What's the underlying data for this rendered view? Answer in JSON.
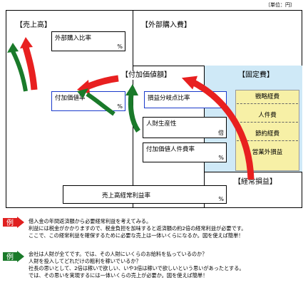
{
  "unit_note": "〔単位：円〕",
  "sections": {
    "sales": "【売上高】",
    "external": "【外部購入費】",
    "value_added": "【付加価値額】",
    "fixed": "【固定費】",
    "ordinary_profit": "【経常損益】"
  },
  "boxes": {
    "external_ratio": {
      "label": "外部購入比率",
      "unit": "%"
    },
    "value_added_ratio": {
      "label": "付加価値率",
      "unit": "%"
    },
    "breakeven_ratio": {
      "label": "損益分岐点比率",
      "unit": "%"
    },
    "labor_productivity": {
      "label": "人財生産性",
      "unit": "倍"
    },
    "labor_share": {
      "label": "付加価値人件費率",
      "unit": "%"
    },
    "ordinary_profit_ratio": {
      "label": "売上高経常利益率",
      "unit": "%"
    }
  },
  "fixed_costs": [
    "戦略経費",
    "人件費",
    "節約経費",
    "営業外損益"
  ],
  "examples": [
    {
      "badge": "例",
      "color": "#e02020",
      "lines": [
        "借入金の年間返済額から必要経常利益を考えてみる。",
        "利益には税金がかかりますので、税金負担を加味すると返済額の約2倍の経常利益が必要です。",
        "ここで、この経常利益を確保するために必要な売上は一体いくらになるか。図を使えば簡単！"
      ]
    },
    {
      "badge": "例",
      "color": "#1a7a2a",
      "lines": [
        "会社は人財が全てです。では、その人財にいくらのお給料を払っているのか？",
        "人財を投入してどれだけの粗利を稼いでいるか？",
        "社長の思いとして、2倍は稼いで欲しい、いや3倍は稼いで欲しいという思いがあったとする。",
        "では、その思いを実現するには一体いくらの売上が必要か。図を使えば簡単！"
      ]
    }
  ],
  "colors": {
    "red_arrow": "#e82020",
    "green_arrow": "#1a7a2a",
    "fixed_fill": "#cfe9f7",
    "cost_fill": "#f7f0a6",
    "blue_box": "#1a3acb"
  }
}
